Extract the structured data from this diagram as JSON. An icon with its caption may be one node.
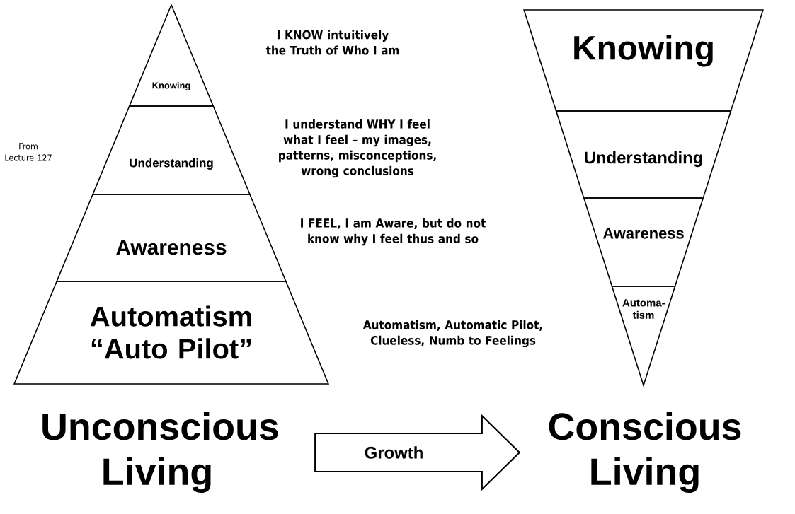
{
  "diagram": {
    "nodes": [
      {
        "text": [
          "Knowing"
        ]
      },
      {
        "text": [
          "Understanding"
        ]
      },
      {
        "text": [
          "Awareness"
        ]
      },
      {
        "text": [
          "Automatism “Auto Pilot”"
        ]
      },
      {
        "text": [
          "Knowing"
        ]
      },
      {
        "text": [
          "Understanding"
        ]
      },
      {
        "text": [
          "Awareness"
        ]
      },
      {
        "text": [
          "Automa-tism"
        ]
      },
      {
        "text": [
          "Unconscious Living"
        ]
      },
      {
        "text": [
          "Conscious Living"
        ]
      }
    ],
    "edges": [
      {
        "from": 8,
        "to": 9,
        "arrow": "to",
        "label": "Growth"
      }
    ],
    "labels": [
      "I KNOW intuitively the Truth of Who I am",
      "From Lecture 127",
      "I understand WHY I feel what I feel – my images, patterns, misconceptions, wrong conclusions",
      "I FEEL, I am Aware, but do not know why I feel thus and so",
      "Automatism, Automatic Pilot, Clueless, Numb to Feelings"
    ]
  }
}
